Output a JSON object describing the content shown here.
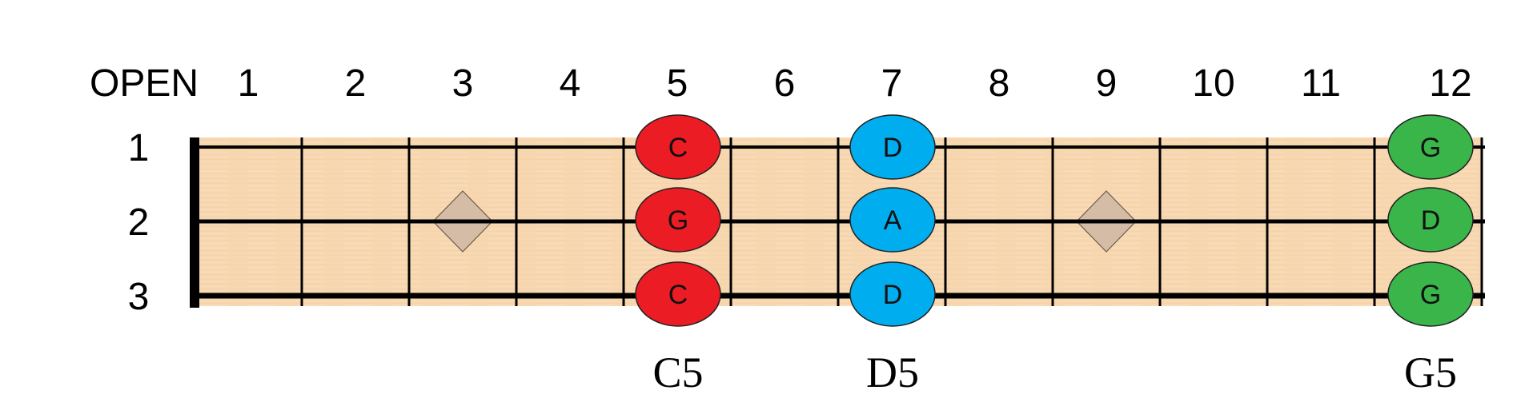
{
  "title": "Power chord shapes on 3-string fretboard",
  "fret_labels": [
    "OPEN",
    "1",
    "2",
    "3",
    "4",
    "5",
    "6",
    "7",
    "8",
    "9",
    "10",
    "11",
    "12"
  ],
  "string_labels": [
    "1",
    "2",
    "3"
  ],
  "inlay_frets": [
    3,
    9
  ],
  "chords": [
    {
      "name": "C5",
      "fret": 5,
      "color": "#ec1c24",
      "notes": [
        "C",
        "G",
        "C"
      ]
    },
    {
      "name": "D5",
      "fret": 7,
      "color": "#00aeef",
      "notes": [
        "D",
        "A",
        "D"
      ]
    },
    {
      "name": "G5",
      "fret": 12,
      "color": "#39b54a",
      "notes": [
        "G",
        "D",
        "G"
      ]
    }
  ],
  "colors": {
    "fretboard": "#f7d7b0",
    "inlay": "#d5bca6",
    "line": "#000000"
  }
}
